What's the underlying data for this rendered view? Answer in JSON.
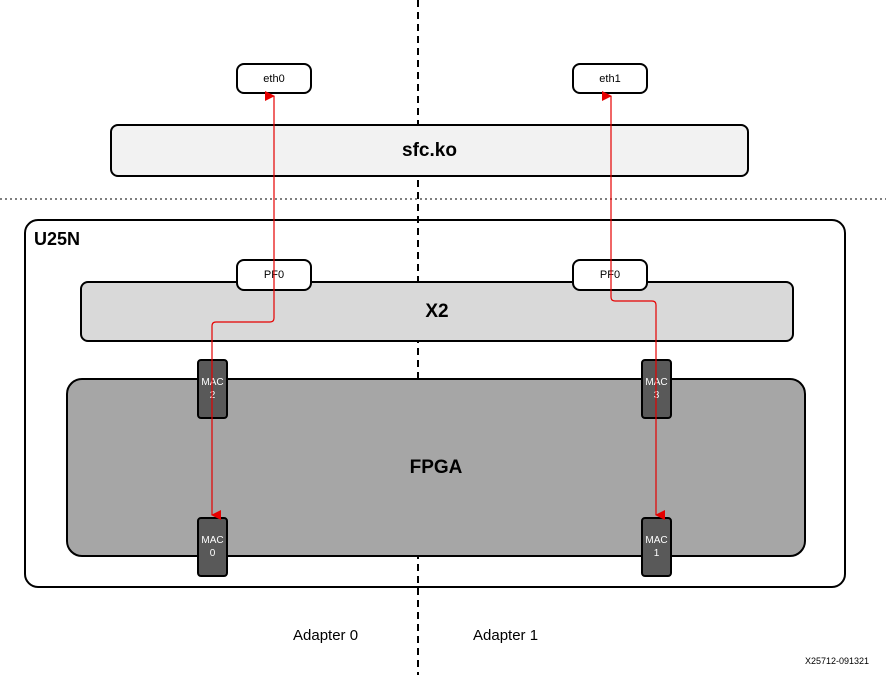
{
  "nodes": {
    "eth0": "eth0",
    "eth1": "eth1",
    "sfc": "sfc.ko",
    "u25n": "U25N",
    "pf0_left": "PF0",
    "pf0_right": "PF0",
    "x2": "X2",
    "fpga": "FPGA",
    "mac2": [
      "MAC",
      "2"
    ],
    "mac3": [
      "MAC",
      "3"
    ],
    "mac0": [
      "MAC",
      "0"
    ],
    "mac1": [
      "MAC",
      "1"
    ]
  },
  "labels": {
    "adapter0": "Adapter 0",
    "adapter1": "Adapter 1",
    "figure_id": "X25712-091321"
  },
  "colors": {
    "arrow": "#e60000",
    "x2_fill": "#d9d9d9",
    "fpga_fill": "#a6a6a6",
    "sfc_fill": "#f2f2f2",
    "mac_fill": "#595959"
  }
}
